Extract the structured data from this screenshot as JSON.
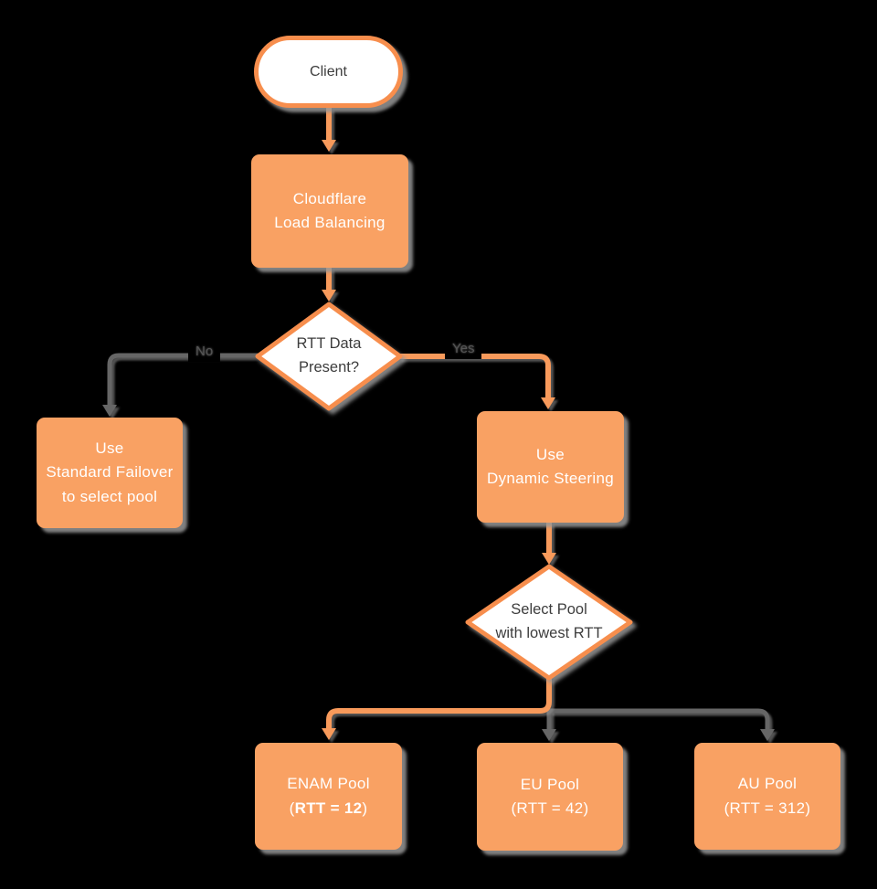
{
  "diagram": {
    "type": "flowchart",
    "background_color": "#000000",
    "colors": {
      "node_fill_orange": "#F9A163",
      "node_border_orange": "#F78E4D",
      "connector_orange": "#F89A5B",
      "connector_gray": "#666666",
      "shadow_gray": "#989898",
      "text_on_orange": "#FFFFFF",
      "text_dark": "#3D3D3D"
    }
  },
  "nodes": {
    "client": {
      "label": "Client"
    },
    "cloudflare": {
      "line1": "Cloudflare",
      "line2": "Load Balancing"
    },
    "rtt_decision": {
      "line1": "RTT Data",
      "line2": "Present?"
    },
    "failover": {
      "line1": "Use",
      "line2": "Standard Failover",
      "line3": "to select pool"
    },
    "dynamic_steering": {
      "line1": "Use",
      "line2": "Dynamic Steering"
    },
    "select_pool": {
      "line1": "Select Pool",
      "line2": "with lowest RTT"
    },
    "enam_pool": {
      "line1": "ENAM Pool",
      "line2_open": "(",
      "line2_bold": "RTT = 12",
      "line2_close": ")"
    },
    "eu_pool": {
      "line1": "EU Pool",
      "line2": "(RTT = 42)"
    },
    "au_pool": {
      "line1": "AU Pool",
      "line2": "(RTT = 312)"
    }
  },
  "edges": {
    "no_label": "No",
    "yes_label": "Yes"
  }
}
